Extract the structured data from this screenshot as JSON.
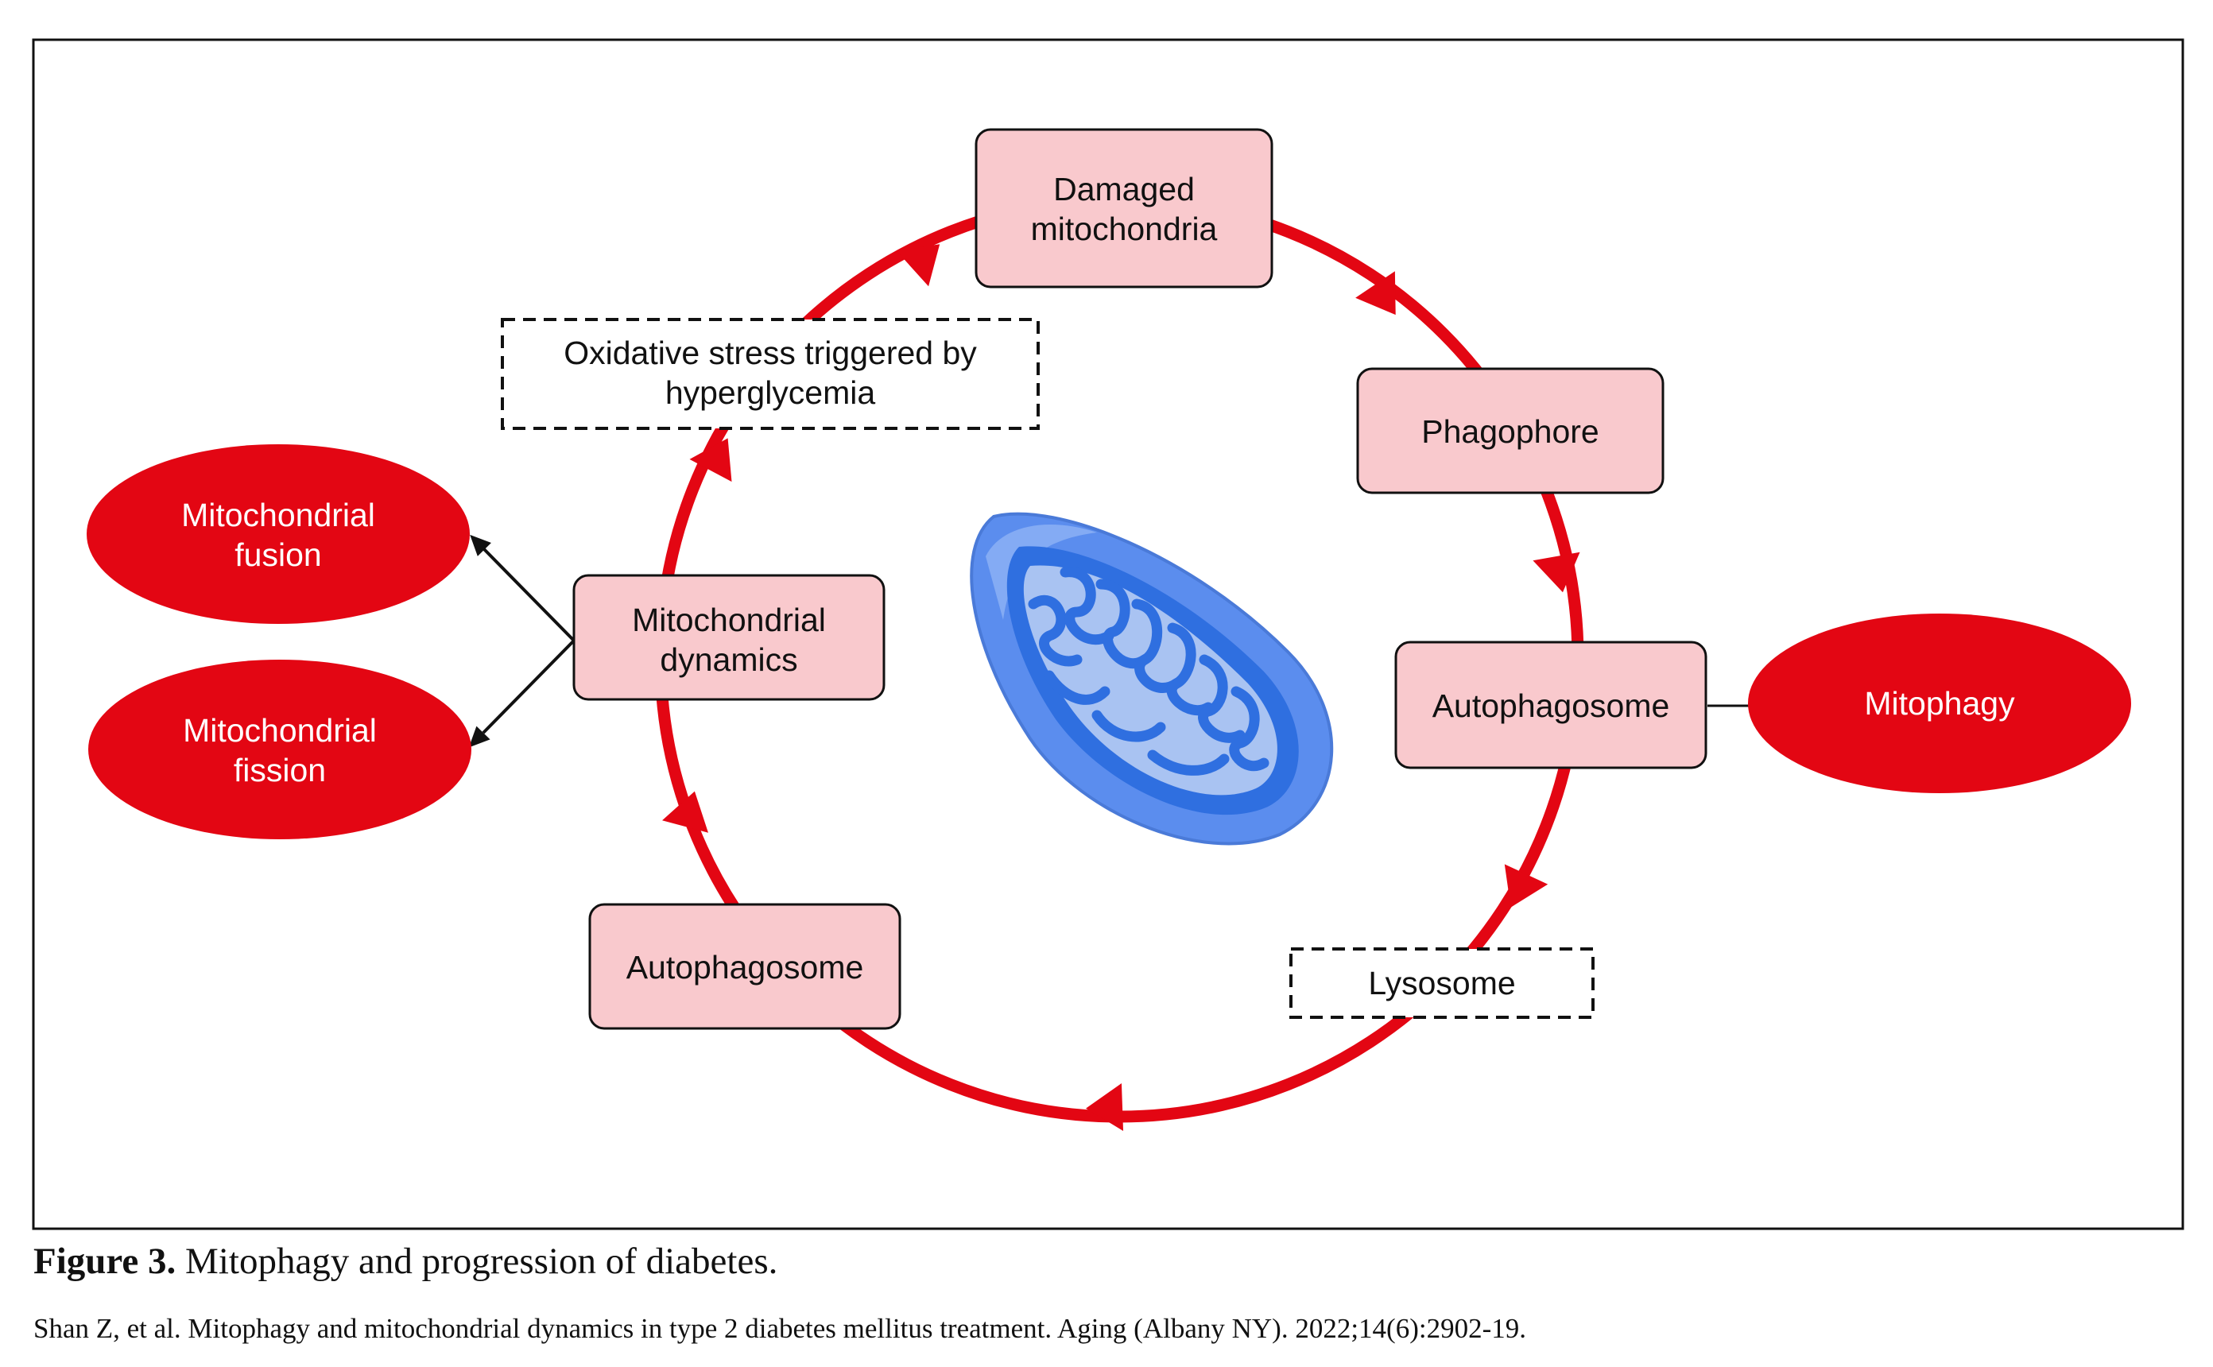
{
  "colors": {
    "cycle": "#e30613",
    "box_fill": "#f9c9cd",
    "oval_fill": "#e30613",
    "mito_outer": "#5b8dee",
    "mito_inner": "#2f6fe0",
    "mito_cristae": "#b7cdf3"
  },
  "boxes": {
    "damaged_mitochondria": [
      "Damaged",
      "mitochondria"
    ],
    "phagophore": "Phagophore",
    "autophagosome_right": "Autophagosome",
    "autophagosome_left": "Autophagosome",
    "mitochondrial_dynamics": [
      "Mitochondrial",
      "dynamics"
    ]
  },
  "dashed": {
    "oxidative_stress": [
      "Oxidative stress triggered by",
      "hyperglycemia"
    ],
    "lysosome": "Lysosome"
  },
  "ovals": {
    "fusion": [
      "Mitochondrial",
      "fusion"
    ],
    "fission": [
      "Mitochondrial",
      "fission"
    ],
    "mitophagy": "Mitophagy"
  },
  "icons": {
    "center_image": "mitochondrion-icon"
  },
  "caption": {
    "label": "Figure 3.",
    "text": " Mitophagy and progression of diabetes."
  },
  "citation": "Shan Z, et al. Mitophagy and mitochondrial dynamics in type 2 diabetes mellitus treatment. Aging (Albany NY). 2022;14(6):2902-19."
}
